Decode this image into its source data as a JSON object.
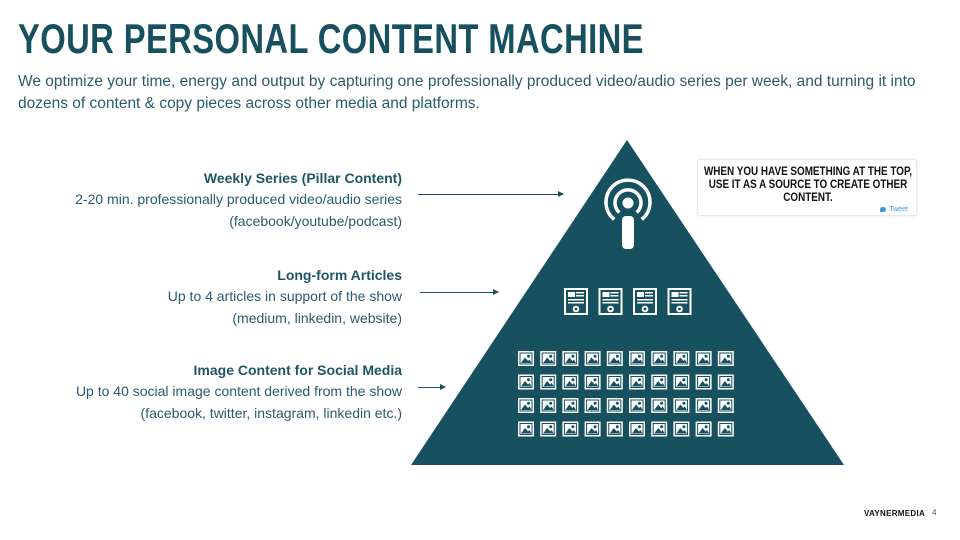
{
  "slide": {
    "title": "YOUR PERSONAL CONTENT MACHINE",
    "subtitle": "We optimize your time, energy and output by capturing one professionally produced video/audio series per week, and turning it into dozens of content & copy pieces across other media and platforms."
  },
  "tiers": [
    {
      "title": "Weekly Series (Pillar Content)",
      "lines": [
        "2-20 min. professionally produced video/audio series",
        "(facebook/youtube/podcast)"
      ],
      "icon": "podcast-icon",
      "icon_count": 1
    },
    {
      "title": "Long-form Articles",
      "lines": [
        "Up to 4 articles in support of the show",
        "(medium, linkedin, website)"
      ],
      "icon": "article-icon",
      "icon_count": 4
    },
    {
      "title": "Image Content for Social Media",
      "lines": [
        "Up to 40 social image content derived from the show",
        "(facebook, twitter, instagram, linkedin etc.)"
      ],
      "icon": "image-icon",
      "icon_count": 40
    }
  ],
  "tweet": {
    "text": "WHEN YOU HAVE SOMETHING AT THE TOP, USE IT AS A SOURCE TO CREATE OTHER CONTENT.",
    "cta": "Tweet"
  },
  "footer": {
    "brand": "VAYNERMEDIA",
    "page_number": "4"
  },
  "colors": {
    "pyramid": "#17505e",
    "title": "#17505f",
    "text": "#2a5c6b",
    "tweet_accent": "#3a9ad9"
  }
}
